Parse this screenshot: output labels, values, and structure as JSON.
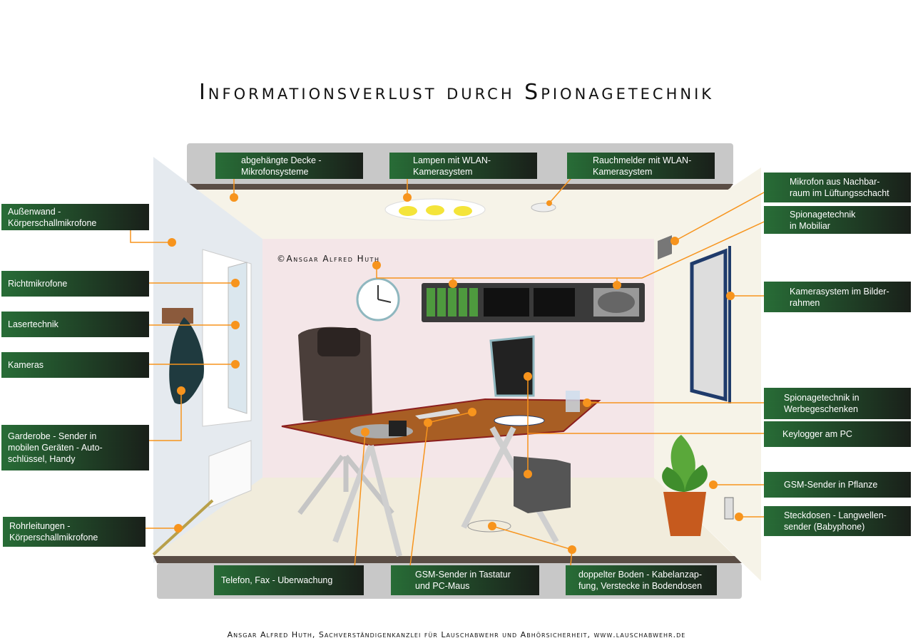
{
  "title": "Informationsverlust durch Spionagetechnik",
  "copyright": "©Ansgar Alfred Huth",
  "footer": "Ansgar Alfred Huth, Sachverständigenkanzlei für Lauschabwehr und Abhörsicherheit, www.lauschabwehr.de",
  "labels": {
    "decke": "abgehängte Decke -\nMikrofonsysteme",
    "lampen": "Lampen mit WLAN-\nKamerasystem",
    "rauchmelder": "Rauchmelder mit WLAN-\nKamerasystem",
    "aussenwand": "Außenwand -\nKörperschallmikrofone",
    "mikrofon": "Mikrofon aus Nachbar-\nraum im Lüftungsschacht",
    "mobiliar": "Spionagetechnik\nin  Mobiliar",
    "richtmikrofone": "Richtmikrofone",
    "lasertechnik": "Lasertechnik",
    "kameras": "Kameras",
    "bilderrahmen": "Kamerasystem im Bilder-\nrahmen",
    "garderobe": "Garderobe - Sender in\nmobilen Geräten - Auto-\nschlüssel, Handy",
    "werbegeschenke": "Spionagetechnik in\nWerbegeschenken",
    "keylogger": "Keylogger am PC",
    "pflanze": "GSM-Sender in Pflanze",
    "steckdosen": "Steckdosen -  Langwellen-\nsender (Babyphone)",
    "rohrleitungen": "Rohrleitungen -\nKörperschallmikrofone",
    "telefon": "Telefon, Fax - Uberwachung",
    "tastatur": "GSM-Sender in Tastatur\nund PC-Maus",
    "boden": "doppelter Boden - Kabelanzap-\nfung, Verstecke in Bodendosen"
  },
  "colors": {
    "accent": "#f7941d",
    "label_green": "#2b6a37"
  }
}
